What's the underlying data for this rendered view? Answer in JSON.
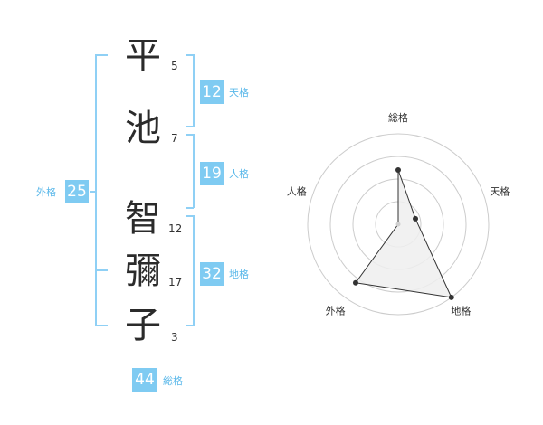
{
  "name_chars": [
    {
      "char": "平",
      "strokes": "5"
    },
    {
      "char": "池",
      "strokes": "7"
    },
    {
      "char": "智",
      "strokes": "12"
    },
    {
      "char": "彌",
      "strokes": "17"
    },
    {
      "char": "子",
      "strokes": "3"
    }
  ],
  "fortune": {
    "tenkaku": {
      "value": "12",
      "label": "天格"
    },
    "jinkaku": {
      "value": "19",
      "label": "人格"
    },
    "chikaku": {
      "value": "32",
      "label": "地格"
    },
    "gaikaku": {
      "value": "25",
      "label": "外格"
    },
    "soukaku": {
      "value": "44",
      "label": "総格"
    }
  },
  "chart_data": {
    "type": "radar",
    "axes": [
      "総格",
      "天格",
      "地格",
      "外格",
      "人格"
    ],
    "rings": 4,
    "values": [
      3,
      1,
      5,
      4,
      0
    ],
    "max": 5,
    "colors": {
      "ring": "#cccccc",
      "fill": "#eeeeee",
      "line": "#333333"
    }
  }
}
